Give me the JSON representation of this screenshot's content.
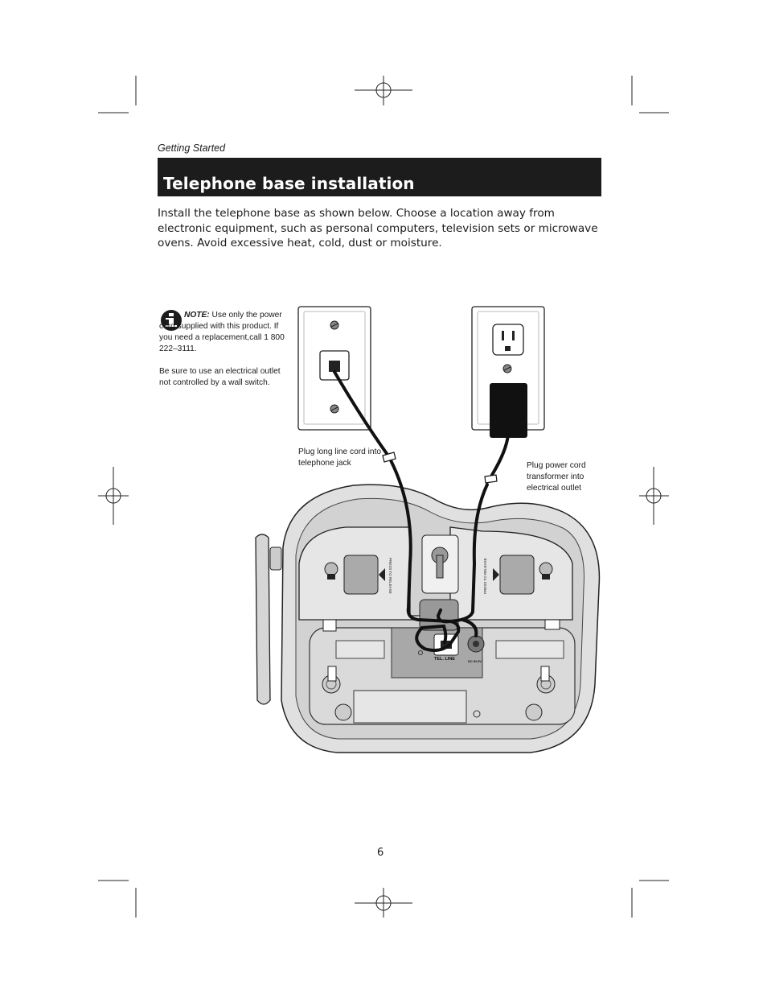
{
  "header": {
    "section_label": "Getting Started"
  },
  "title": "Telephone base installation",
  "intro": "Install the telephone base as shown below. Choose a location away from electronic equipment, such as personal computers, television sets or microwave ovens. Avoid excessive heat, cold, dust or moisture.",
  "note": {
    "label": "NOTE:",
    "line1": " Use only the power cord supplied with this product. If you need a replacement,call 1 800 222–3111.",
    "line2": "Be sure to use an electrical outlet not controlled by a wall switch.",
    "icon": "info-icon"
  },
  "callouts": {
    "phone_jack": "Plug long line cord into telephone jack",
    "power": "Plug power cord transformer into electrical outlet"
  },
  "base_labels": {
    "press_release_left": "PRESS TO RELEASE",
    "press_release_right": "PRESS TO RELEASE",
    "tel_line": "TEL. LINE",
    "dc_in": "DC IN 9V"
  },
  "page_number": "6"
}
